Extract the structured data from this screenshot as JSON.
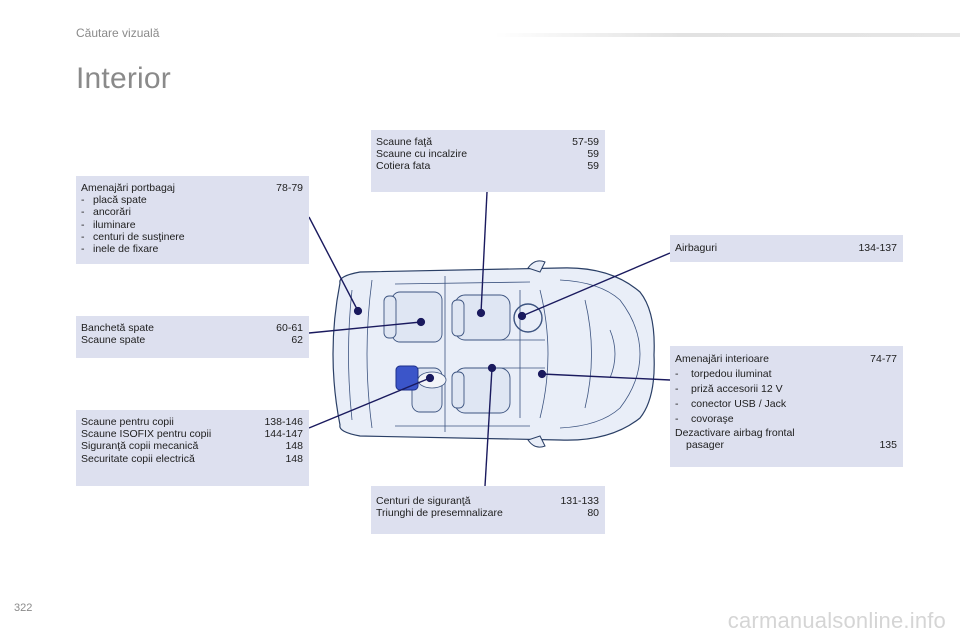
{
  "header": {
    "section": "Căutare vizuală",
    "title": "Interior"
  },
  "boxes": {
    "portbagaj": {
      "title": "Amenajări portbagaj",
      "page": "78-79",
      "items": [
        "placă spate",
        "ancorări",
        "iluminare",
        "centuri de susţinere",
        "inele de fixare"
      ]
    },
    "banchete": {
      "rows": [
        {
          "label": "Banchetă spate",
          "page": "60-61"
        },
        {
          "label": "Scaune spate",
          "page": "62"
        }
      ]
    },
    "copii": {
      "rows": [
        {
          "label": "Scaune pentru copii",
          "page": "138-146"
        },
        {
          "label": "Scaune ISOFIX pentru copii",
          "page": "144-147"
        },
        {
          "label": "Siguranţă copii mecanică",
          "page": "148"
        },
        {
          "label": "Securitate copii electrică",
          "page": "148"
        }
      ]
    },
    "scaune_fata": {
      "rows": [
        {
          "label": "Scaune faţă",
          "page": "57-59"
        },
        {
          "label": "Scaune cu incalzire",
          "page": "59"
        },
        {
          "label": "Cotiera fata",
          "page": "59"
        }
      ]
    },
    "airbaguri": {
      "label": "Airbaguri",
      "page": "134-137"
    },
    "interioare": {
      "title": "Amenajări interioare",
      "page": "74-77",
      "items": [
        "torpedou iluminat",
        "priză accesorii 12 V",
        "conector USB / Jack",
        "covoraşe"
      ],
      "extra_line1": "Dezactivare airbag frontal",
      "extra_line2": "pasager",
      "extra_page": "135"
    },
    "centuri": {
      "rows": [
        {
          "label": "Centuri de siguranţă",
          "page": "131-133"
        },
        {
          "label": "Triunghi de presemnalizare",
          "page": "80"
        }
      ]
    }
  },
  "dash": "-",
  "footer": {
    "page_number": "322",
    "watermark": "carmanualsonline.info"
  },
  "colors": {
    "box_bg": "#dde0ef",
    "leader": "#1a1a5e",
    "car_outline": "#2a3f66",
    "car_fill": "#e9eef8",
    "seat_highlight": "#3b55c9"
  }
}
